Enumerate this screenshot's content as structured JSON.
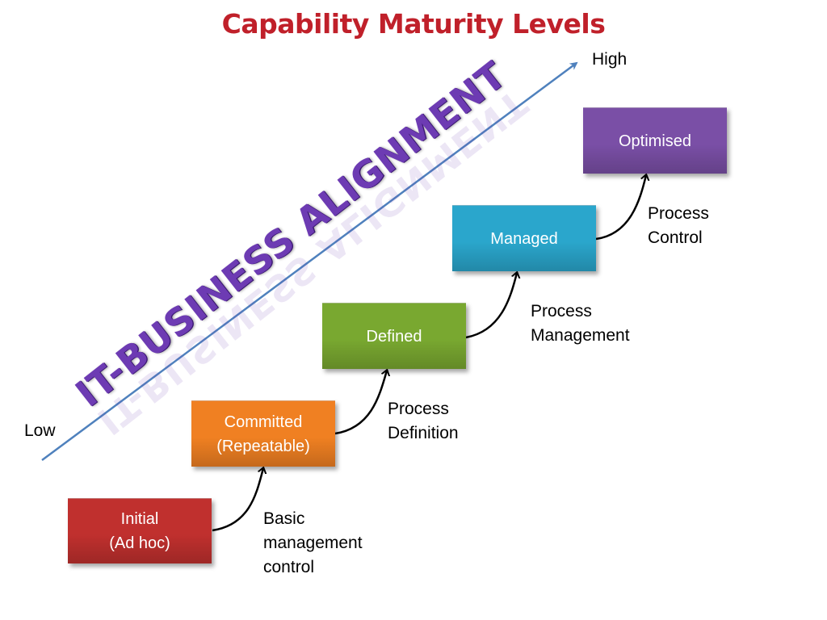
{
  "title": "Capability Maturity Levels",
  "axis": {
    "high_label": "High",
    "low_label": "Low"
  },
  "banner": "IT-BUSINESS ALIGNMENT",
  "levels": [
    {
      "label": "Initial\n(Ad hoc)",
      "color": "#c0302e"
    },
    {
      "label": "Committed\n(Repeatable)",
      "color": "#f08022"
    },
    {
      "label": "Defined",
      "color": "#79a830"
    },
    {
      "label": "Managed",
      "color": "#2aa6cc"
    },
    {
      "label": "Optimised",
      "color": "#7a4fa6"
    }
  ],
  "transitions": [
    "Basic\nmanagement\ncontrol",
    "Process\nDefinition",
    "Process\nManagement",
    "Process\nControl"
  ],
  "colors": {
    "title": "#c0202a",
    "axis_line": "#4f81bd",
    "banner": "#6d3bb3",
    "connector": "#000000"
  }
}
